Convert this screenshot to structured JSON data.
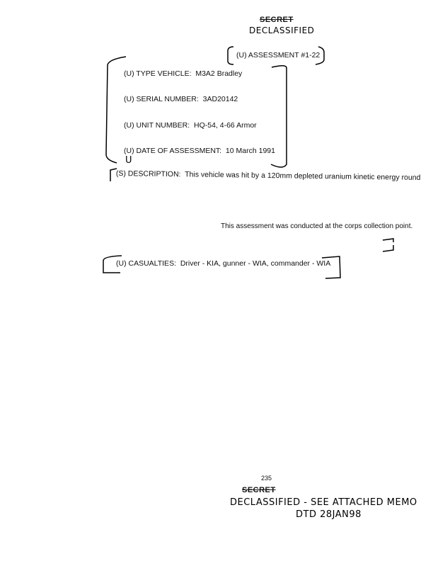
{
  "header": {
    "classification_struck": "SECRET",
    "declassified_stamp": "DECLASSIFIED"
  },
  "assessment_title": "(U) ASSESSMENT #1-22",
  "fields": [
    {
      "label": "(U) TYPE VEHICLE:",
      "value": "M3A2 Bradley"
    },
    {
      "label": "(U) SERIAL NUMBER:",
      "value": "3AD20142"
    },
    {
      "label": "(U) UNIT NUMBER:",
      "value": "HQ-54, 4-66 Armor"
    },
    {
      "label": "(U) DATE OF ASSESSMENT:",
      "value": "10 March 1991"
    }
  ],
  "handwritten_marking": "U",
  "description": {
    "label": "(S) DESCRIPTION:",
    "text": "This vehicle was hit by a 120mm depleted uranium kinetic energy round",
    "note": "This assessment was conducted at the corps collection point."
  },
  "casualties": {
    "label": "(U) CASUALTIES:",
    "text": "Driver - KIA, gunner - WIA, commander - WIA"
  },
  "footer": {
    "page_number": "235",
    "classification_struck": "SECRET",
    "declassified_note": "DECLASSIFIED - SEE ATTACHED MEMO",
    "date_note": "DTD 28JAN98"
  }
}
